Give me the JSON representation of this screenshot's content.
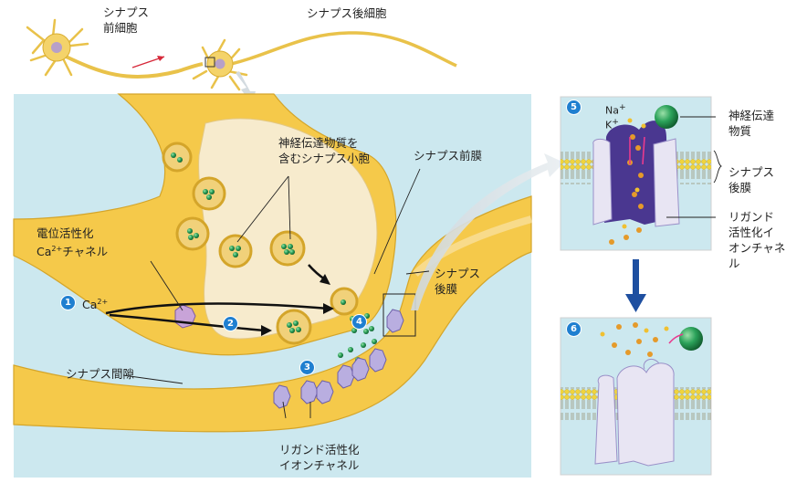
{
  "labels": {
    "presynaptic_cell": [
      "シナプス",
      "前細胞"
    ],
    "postsynaptic_cell": "シナプス後細胞",
    "vesicles": [
      "神経伝達物質を",
      "含むシナプス小胞"
    ],
    "presynaptic_membrane": "シナプス前膜",
    "voltage_channel_line1": "電位活性化",
    "voltage_channel_ca": "Ca",
    "voltage_channel_ca_sup": "2+",
    "voltage_channel_rest": "チャネル",
    "postsynaptic_membrane": [
      "シナプス",
      "後膜"
    ],
    "synaptic_cleft": "シナプス間隙",
    "ligand_channels_bottom": [
      "リガンド活性化",
      "イオンチャネル"
    ],
    "ca_ion": "Ca",
    "ca_ion_sup": "2+",
    "na_ion": "Na",
    "na_sup": "+",
    "k_ion": "K",
    "k_sup": "+",
    "neurotransmitter": [
      "神経伝達",
      "物質"
    ],
    "postsynaptic_membrane_right": [
      "シナプス",
      "後膜"
    ],
    "ligand_channel_right": [
      "リガンド",
      "活性化イ",
      "オンチャネ",
      "ル"
    ]
  },
  "steps": [
    "1",
    "2",
    "3",
    "4",
    "5",
    "6"
  ],
  "colors": {
    "neuron_fill": "#f5c94a",
    "neuron_light": "#f9e3a6",
    "background_blue": "#cce8ef",
    "vesicle_green": "#1e8f4a",
    "channel_purple": "#b9aee0",
    "channel_dark": "#4a3790",
    "badge_blue": "#1f7fd0",
    "membrane_yellow": "#f2d84a"
  }
}
